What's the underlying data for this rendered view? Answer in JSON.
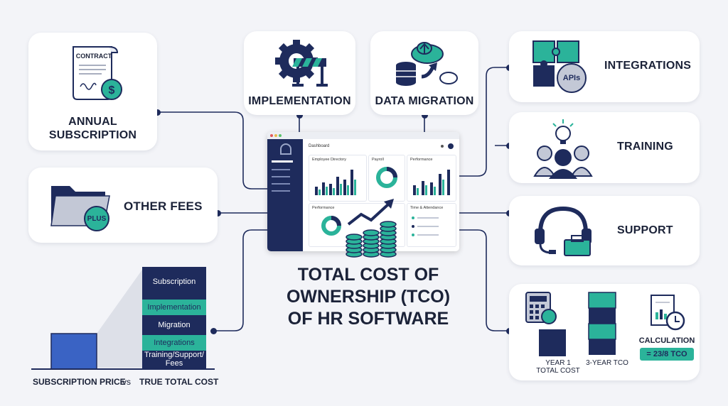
{
  "title": {
    "line1": "TOTAL COST OF",
    "line2": "OWNERSHIP (TCO)",
    "line3": "OF HR SOFTWARE"
  },
  "cards": {
    "annual": {
      "icon_text": "CONTRACT",
      "line1": "ANNUAL",
      "line2": "SUBSCRIPTION"
    },
    "other_fees": {
      "label": "OTHER FEES",
      "badge": "PLUS"
    },
    "implementation": {
      "label": "IMPLEMENTATION"
    },
    "data_migration": {
      "label": "DATA MIGRATION"
    },
    "integrations": {
      "label": "INTEGRATIONS",
      "badge": "APIs"
    },
    "training": {
      "label": "TRAINING"
    },
    "support": {
      "label": "SUPPORT"
    },
    "calc": {
      "year1_line1": "YEAR 1",
      "year1_line2": "TOTAL COST",
      "three_year": "3-YEAR TCO",
      "calc_label": "CALCULATION",
      "calc_value": "= 23/8 TCO"
    }
  },
  "dashboard": {
    "header": "Dashboard",
    "panels": [
      "Employee Directory",
      "Payroll",
      "Performance",
      "Performance",
      "Time & Attendance"
    ]
  },
  "stack": {
    "segments": [
      "Subscription",
      "Implementation",
      "Migration",
      "Integrations",
      "Training/Support/\nFees"
    ],
    "left_label": "SUBSCRIPTION PRICE",
    "vs": "vs",
    "right_label": "TRUE TOTAL COST"
  },
  "colors": {
    "navy": "#1e2b5c",
    "teal": "#2bb39a",
    "bg": "#f3f4f8",
    "blue": "#3a63c4"
  }
}
